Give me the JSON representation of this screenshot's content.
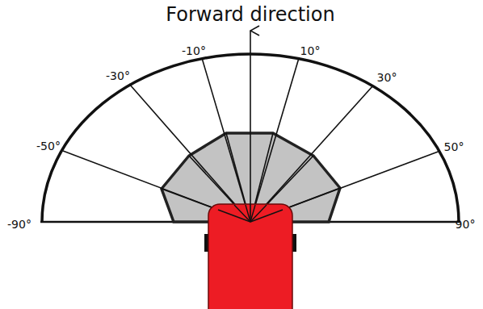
{
  "diagram": {
    "labels": [
      "Forward direction",
      "-10°",
      "10°",
      "-30°",
      "30°",
      "-50°",
      "50°",
      "-90°",
      "90°"
    ]
  }
}
